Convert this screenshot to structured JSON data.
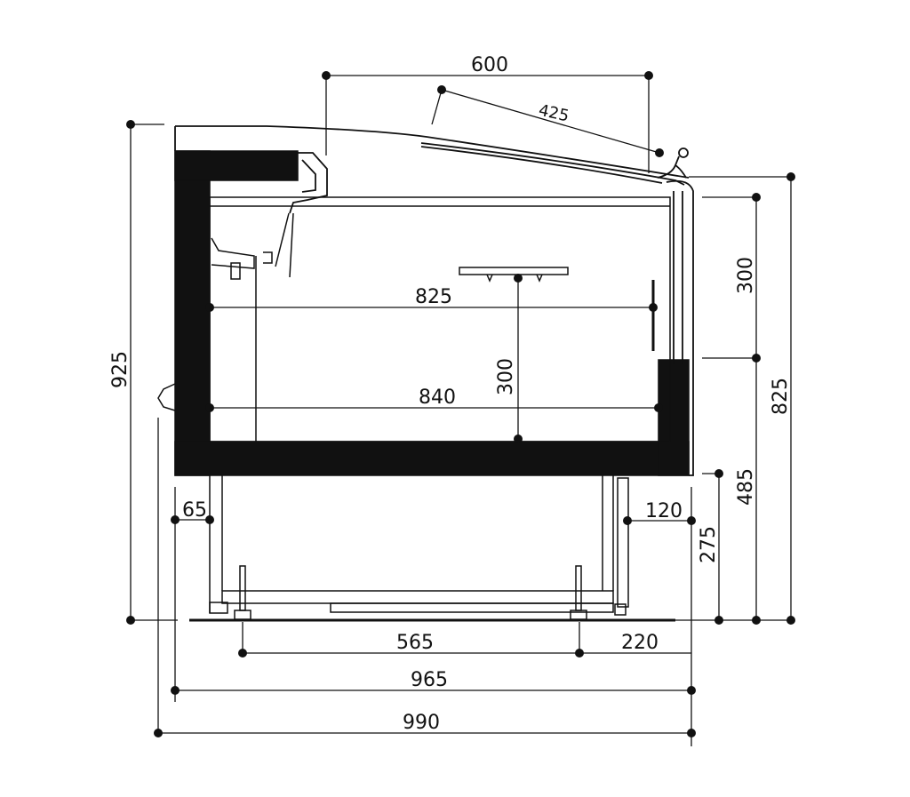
{
  "drawing": {
    "dimensions": {
      "top_width": "600",
      "lid_length": "425",
      "inner_width_upper": "825",
      "inner_width_lower": "840",
      "inner_depth": "300",
      "overall_height": "925",
      "glass_height": "300",
      "top_height": "825",
      "rim_height": "485",
      "base_height": "275",
      "left_offset": "65",
      "right_offset": "120",
      "foot_spacing": "565",
      "right_foot_offset": "220",
      "body_width": "965",
      "overall_width": "990"
    },
    "colors": {
      "line": "#111111",
      "fill": "#111111",
      "background": "#ffffff"
    }
  }
}
